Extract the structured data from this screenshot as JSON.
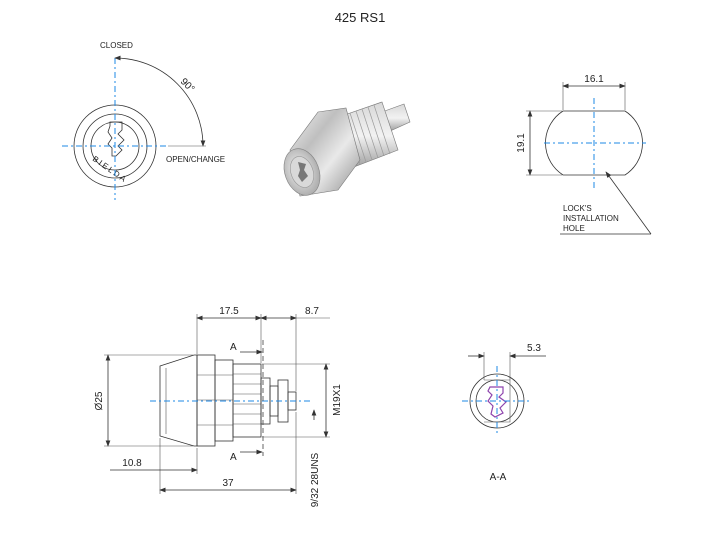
{
  "title": "425 RS1",
  "front_view": {
    "closed_label": "CLOSED",
    "angle_label": "90°",
    "open_label": "OPEN/CHANGE",
    "brand_text": "BIELDA"
  },
  "hole_view": {
    "width_label": "16.1",
    "height_label": "19.1",
    "callout_line1": "LOCK'S",
    "callout_line2": "INSTALLATION",
    "callout_line3": "HOLE"
  },
  "side_view": {
    "dim_17_5": "17.5",
    "dim_8_7": "8.7",
    "dim_diameter": "Ø25",
    "dim_10_8": "10.8",
    "dim_37": "37",
    "thread_label": "M19X1",
    "thread_label_2": "9/32 28UNS",
    "section_top": "A",
    "section_bottom": "A"
  },
  "section_view": {
    "dim_5_3": "5.3",
    "section_label": "A-A"
  },
  "colors": {
    "centerline": "#1e88e5",
    "keyway": "#8e44ad",
    "line": "#333333"
  }
}
